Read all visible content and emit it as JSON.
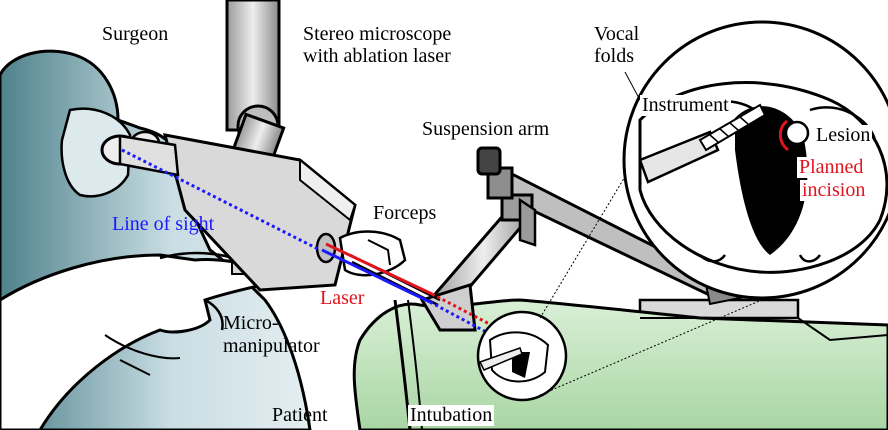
{
  "labels": {
    "surgeon": "Surgeon",
    "microscope_line1": "Stereo microscope",
    "microscope_line2": "with ablation laser",
    "vocal_folds_line1": "Vocal",
    "vocal_folds_line2": "folds",
    "instrument": "Instrument",
    "lesion": "Lesion",
    "planned_incision_line1": "Planned",
    "planned_incision_line2": "incision",
    "suspension_arm": "Suspension arm",
    "forceps": "Forceps",
    "line_of_sight": "Line of sight",
    "laser": "Laser",
    "micromanipulator_line1": "Micro-",
    "micromanipulator_line2": "manipulator",
    "patient": "Patient",
    "intubation": "Intubation"
  },
  "colors": {
    "surgeon_fill": "#c9dde3",
    "surgeon_shade": "#5e8c96",
    "patient_fill": "#c2e3bf",
    "microscope_fill": "#d9d9d9",
    "line_of_sight": "#1a1aff",
    "laser": "#e0141e",
    "outline": "#000000"
  }
}
